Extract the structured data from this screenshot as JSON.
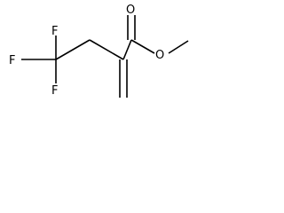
{
  "molecule": {
    "atoms": {
      "f_top": "F",
      "f_left": "F",
      "f_bottom": "F",
      "o_carbonyl": "O",
      "o_ester": "O"
    }
  }
}
